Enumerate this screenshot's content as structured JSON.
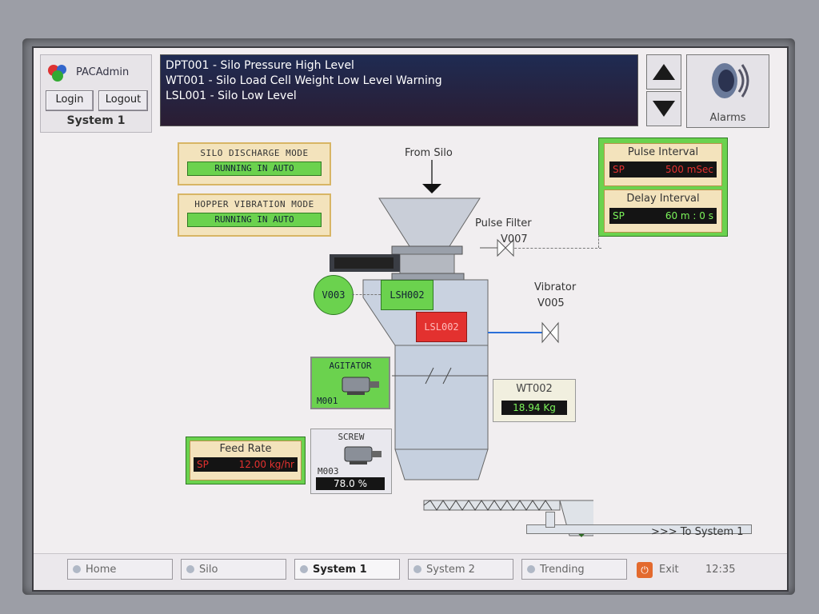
{
  "header": {
    "brand": "PACAdmin",
    "login_label": "Login",
    "logout_label": "Logout",
    "system_label": "System 1",
    "alarms_label": "Alarms",
    "alarm_lines": [
      "DPT001 - Silo Pressure High Level",
      "WT001 - Silo Load Cell Weight Low Level Warning",
      "LSL001 - Silo Low Level"
    ]
  },
  "modes": {
    "discharge_title": "SILO DISCHARGE MODE",
    "discharge_value": "RUNNING IN AUTO",
    "vibration_title": "HOPPER VIBRATION MODE",
    "vibration_value": "RUNNING IN AUTO"
  },
  "intervals": {
    "pulse_title": "Pulse Interval",
    "pulse_sp": "SP",
    "pulse_value": "500 mSec",
    "delay_title": "Delay Interval",
    "delay_sp": "SP",
    "delay_value": "60 m : 0 s"
  },
  "process": {
    "from_silo": "From Silo",
    "pulse_filter": "Pulse Filter",
    "v007": "V007",
    "vibrator": "Vibrator",
    "v005": "V005",
    "v003": "V003",
    "lsh002": "LSH002",
    "lsl002": "LSL002",
    "agitator": "AGITATOR",
    "m001": "M001",
    "wt002_label": "WT002",
    "wt002_value": "18.94 Kg",
    "screw": "SCREW",
    "m003": "M003",
    "screw_value": "78.0 %",
    "feed_rate_title": "Feed Rate",
    "feed_rate_sp": "SP",
    "feed_rate_value": "12.00 kg/hr",
    "to_system": ">>> To System 1"
  },
  "nav": {
    "items": [
      "Home",
      "Silo",
      "System 1",
      "System 2",
      "Trending"
    ],
    "exit_label": "Exit",
    "clock": "12:35"
  },
  "colors": {
    "green": "#6bd24e",
    "red": "#e3312f",
    "alarm_bg": "#1f2b52"
  }
}
